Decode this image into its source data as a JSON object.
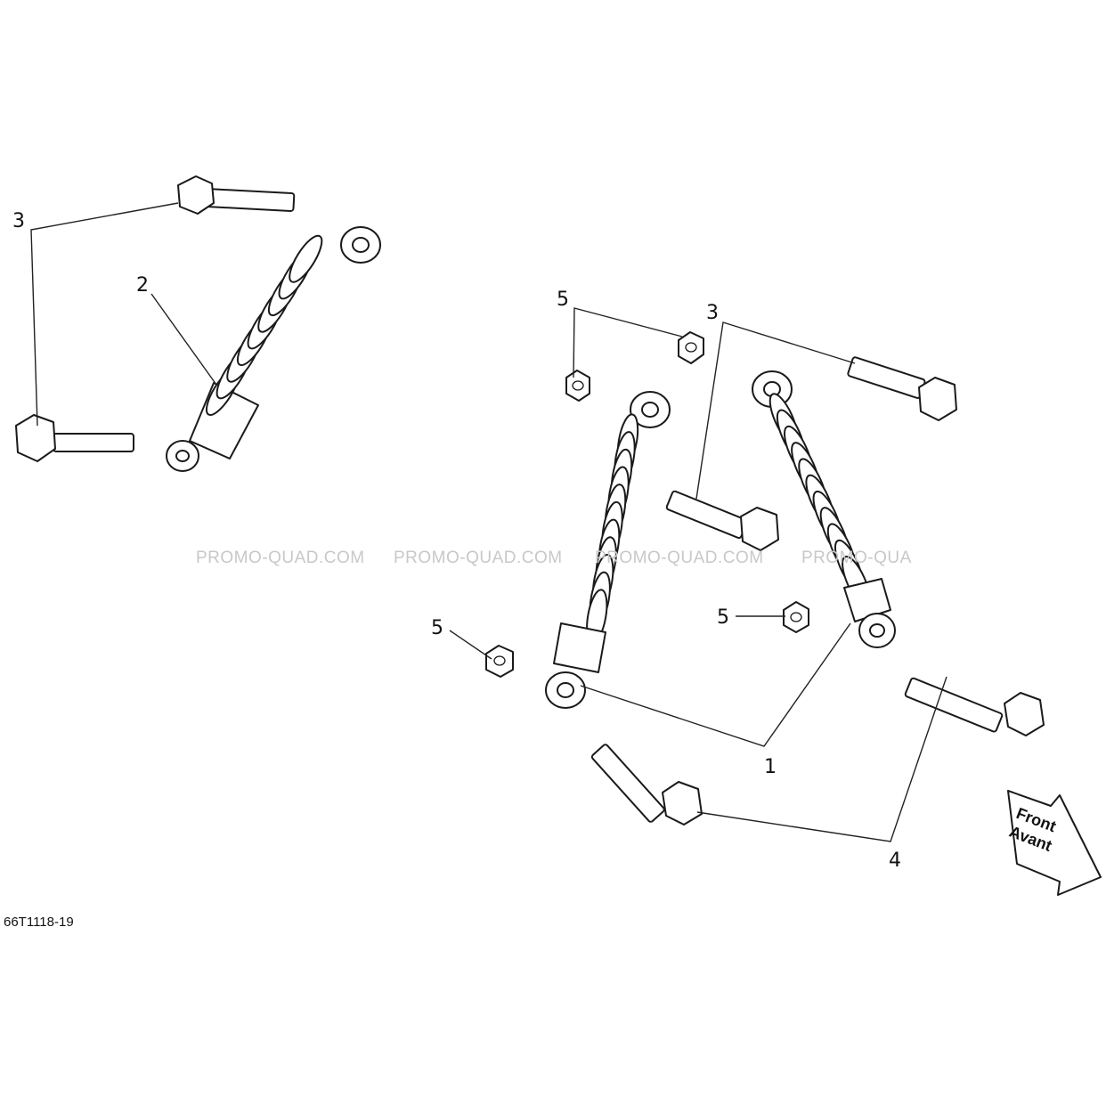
{
  "callouts": {
    "c3_left": "3",
    "c2": "2",
    "c5_top": "5",
    "c3_right": "3",
    "c5_left": "5",
    "c5_mid": "5",
    "c1": "1",
    "c4": "4"
  },
  "watermarks": [
    "PROMO-QUAD.COM",
    "PROMO-QUAD.COM",
    "PROMO-QUAD.COM",
    "PROMO-QUA"
  ],
  "front_arrow": {
    "line1": "Front",
    "line2": "Avant"
  },
  "drawing_code": "66T1118-19"
}
